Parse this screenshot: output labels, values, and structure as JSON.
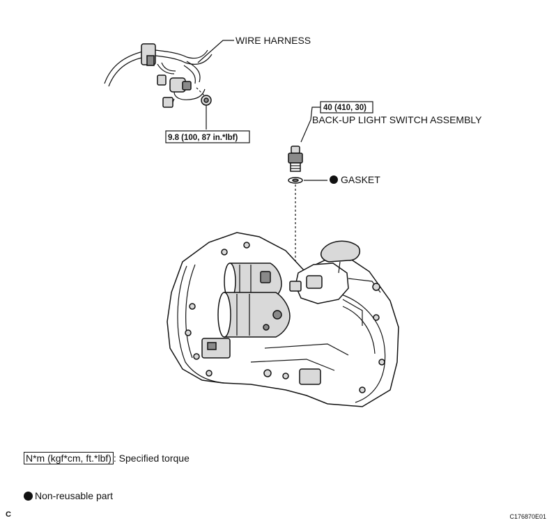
{
  "labels": {
    "wire_harness": "WIRE HARNESS",
    "switch_torque": "40 (410, 30)",
    "switch_name": "BACK-UP LIGHT SWITCH ASSEMBLY",
    "gasket": "GASKET",
    "bolt_torque": "9.8 (100, 87 in.*lbf)"
  },
  "legend": {
    "torque_box": "N*m (kgf*cm, ft.*lbf)",
    "torque_text": ": Specified torque",
    "nonreusable_text": "Non-reusable part"
  },
  "footer": {
    "corner": "C",
    "code": "C176870E01"
  },
  "colors": {
    "ink": "#111111",
    "shade": "#8a8a8a",
    "light": "#d9d9d9"
  }
}
